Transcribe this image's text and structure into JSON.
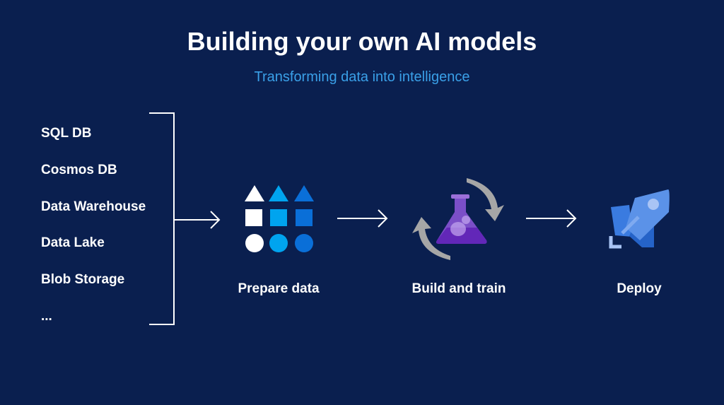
{
  "title": "Building your own AI models",
  "subtitle": "Transforming data into intelligence",
  "sources": [
    "SQL DB",
    "Cosmos DB",
    "Data Warehouse",
    "Data Lake",
    "Blob Storage",
    "..."
  ],
  "steps": [
    "Prepare data",
    "Build and train",
    "Deploy"
  ],
  "colors": {
    "background": "#0a1f4f",
    "accent": "#3aa0e8"
  }
}
